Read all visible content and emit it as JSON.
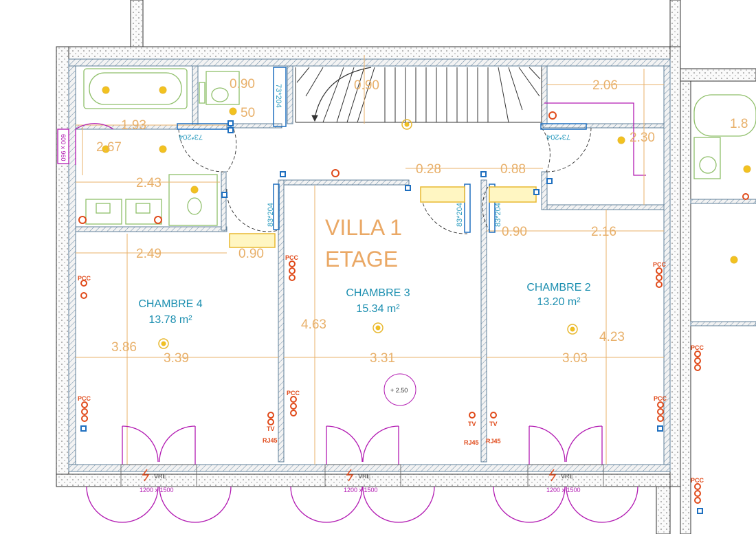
{
  "drawing": {
    "title_line1": "VILLA 1",
    "title_line2": "ETAGE",
    "colors": {
      "wall": "#5f7f99",
      "wall_fill": "#eeeeee",
      "dimension": "#e8b06a",
      "room_label": "#1c8fb0",
      "door": "#b21ab2",
      "outlet": "#e04a1a",
      "light": "#f2c21f",
      "fixture": "#8fbf6a"
    }
  },
  "rooms": [
    {
      "id": "ch4",
      "name": "CHAMBRE 4",
      "area": "13.78 m²"
    },
    {
      "id": "ch3",
      "name": "CHAMBRE 3",
      "area": "15.34 m²"
    },
    {
      "id": "ch2",
      "name": "CHAMBRE 2",
      "area": "13.20 m²"
    }
  ],
  "dimensions": {
    "bath_w": "0.90",
    "stair_w": "0.90",
    "right_w": "2.06",
    "wc_w": "50",
    "left_w": "1.93",
    "left_h": "2.67",
    "right_h": "2.30",
    "hall_w": "2.43",
    "door_gap1": "0.28",
    "door_gap2": "0.88",
    "ch4_w": "2.49",
    "ch4_door": "0.90",
    "ch2_door": "0.90",
    "ch2_top": "2.16",
    "ch3_h": "4.63",
    "ch4_h": "3.86",
    "ch2_h": "4.23",
    "ch4_bw": "3.39",
    "ch3_bw": "3.31",
    "ch2_bw": "3.03",
    "right_partial": "1.8"
  },
  "door_labels": {
    "d1": "73*204",
    "d2": "73*204",
    "d3": "73*204",
    "d4": "83*204",
    "d5": "83*204",
    "d6": "83*204",
    "side_window": "600 x 960"
  },
  "windows": [
    {
      "size": "1200 x 1500",
      "label": "VRE"
    },
    {
      "size": "1200 x 1500",
      "label": "VRE"
    },
    {
      "size": "1200 x 1500",
      "label": "VRE"
    }
  ],
  "outlets": {
    "pcc": "PCC",
    "tv": "TV",
    "rj45": "RJ45"
  },
  "level_marker": "+ 2.50",
  "icons": [
    "light-point-icon",
    "outlet-icon",
    "switch-icon",
    "shutter-motor-icon"
  ]
}
